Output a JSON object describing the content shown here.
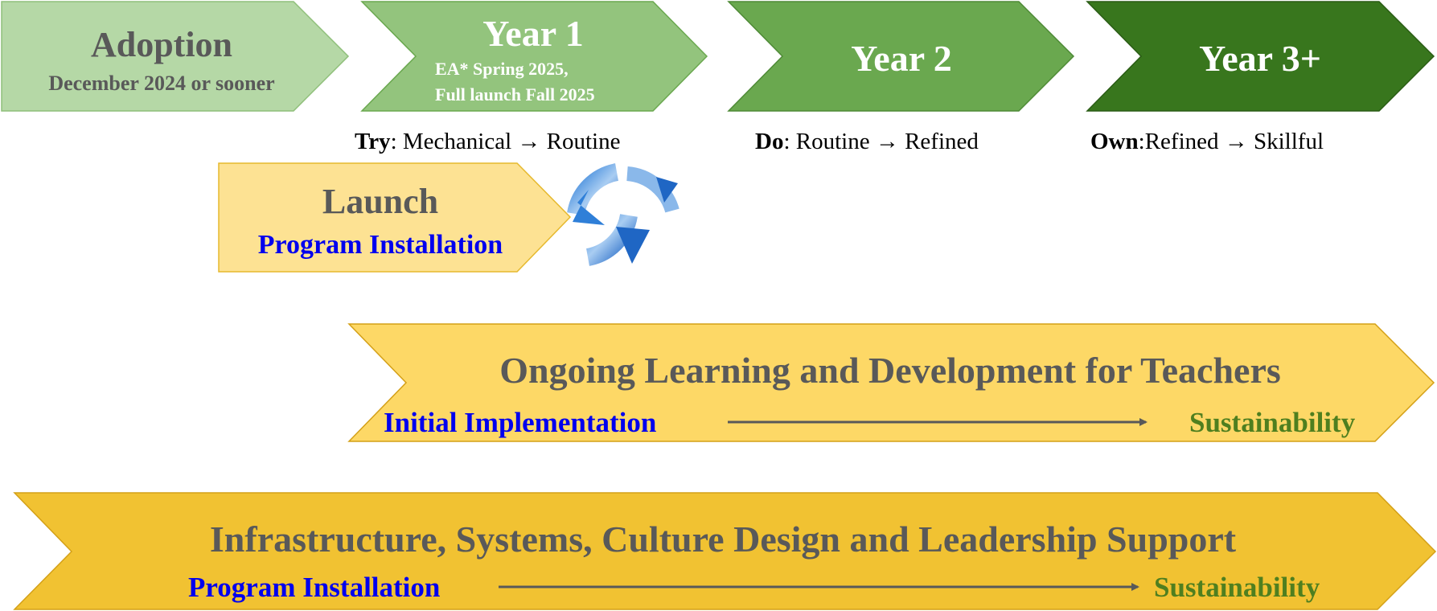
{
  "stages": [
    {
      "title": "Adoption",
      "subtitle": "December 2024 or sooner",
      "color": "#b5d8a6"
    },
    {
      "title": "Year 1",
      "line1": "EA* Spring 2025,",
      "line2": "Full launch Fall 2025",
      "color": "#93c47d"
    },
    {
      "title": "Year 2",
      "color": "#6aa84f"
    },
    {
      "title": "Year 3+",
      "color": "#38761d"
    }
  ],
  "phases": [
    {
      "keyword": "Try",
      "text": ": Mechanical → Routine"
    },
    {
      "keyword": "Do",
      "text": ": Routine → Refined"
    },
    {
      "keyword": "Own",
      "text": ":Refined → Skillful"
    }
  ],
  "launch": {
    "title": "Launch",
    "subtitle": "Program Installation",
    "color": "#fde293",
    "icon": "cycle-arrows-icon"
  },
  "ongoing": {
    "title": "Ongoing Learning and Development for Teachers",
    "start": "Initial Implementation",
    "end": "Sustainability",
    "color": "#fdd866"
  },
  "infrastructure": {
    "title": "Infrastructure, Systems, Culture Design and Leadership Support",
    "start": "Program Installation",
    "end": "Sustainability",
    "color": "#f1c232"
  },
  "colors": {
    "title_gray": "#595959",
    "blue": "#0000ee",
    "green": "#4f7f1f"
  }
}
